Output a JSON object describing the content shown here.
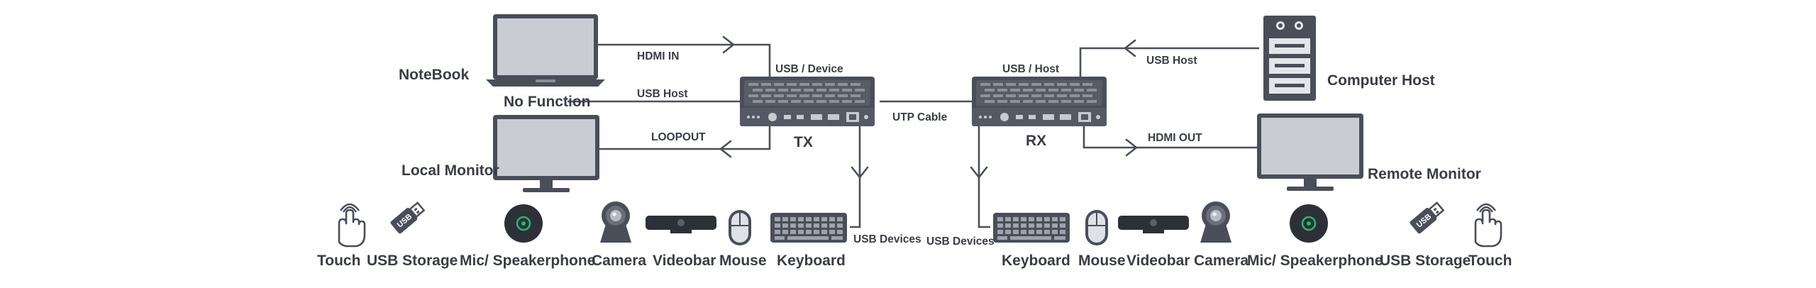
{
  "labels": {
    "notebook": "NoteBook",
    "no_function": "No Function",
    "local_monitor": "Local Monitor",
    "computer_host": "Computer Host",
    "remote_monitor": "Remote Monitor",
    "tx": "TX",
    "rx": "RX"
  },
  "connections": {
    "hdmi_in": "HDMI IN",
    "usb_host_tx": "USB Host",
    "loopout": "LOOPOUT",
    "usb_device": "USB / Device",
    "utp_cable": "UTP Cable",
    "usb_host_rx_top": "USB / Host",
    "usb_host_computer": "USB Host",
    "hdmi_out": "HDMI OUT",
    "usb_devices_tx": "USB Devices",
    "usb_devices_rx": "USB Devices"
  },
  "devices_left": {
    "touch": "Touch",
    "usb_storage": "USB Storage",
    "mic_speakerphone": "Mic/ Speakerphone",
    "camera": "Camera",
    "videobar": "Videobar",
    "mouse": "Mouse",
    "keyboard": "Keyboard"
  },
  "devices_right": {
    "keyboard": "Keyboard",
    "mouse": "Mouse",
    "videobar": "Videobar",
    "camera": "Camera",
    "mic_speakerphone": "Mic/ Speakerphone",
    "usb_storage": "USB Storage",
    "touch": "Touch"
  },
  "colors": {
    "device_dark": "#4a4e59",
    "screen": "#c9ccd3",
    "mic_green": "#2bb673"
  },
  "icons": [
    "laptop-icon",
    "monitor-icon",
    "pc-tower-icon",
    "extender-box-icon",
    "touch-hand-icon",
    "usb-stick-icon",
    "speakerphone-icon",
    "ptz-camera-icon",
    "videobar-icon",
    "mouse-icon",
    "keyboard-icon"
  ]
}
